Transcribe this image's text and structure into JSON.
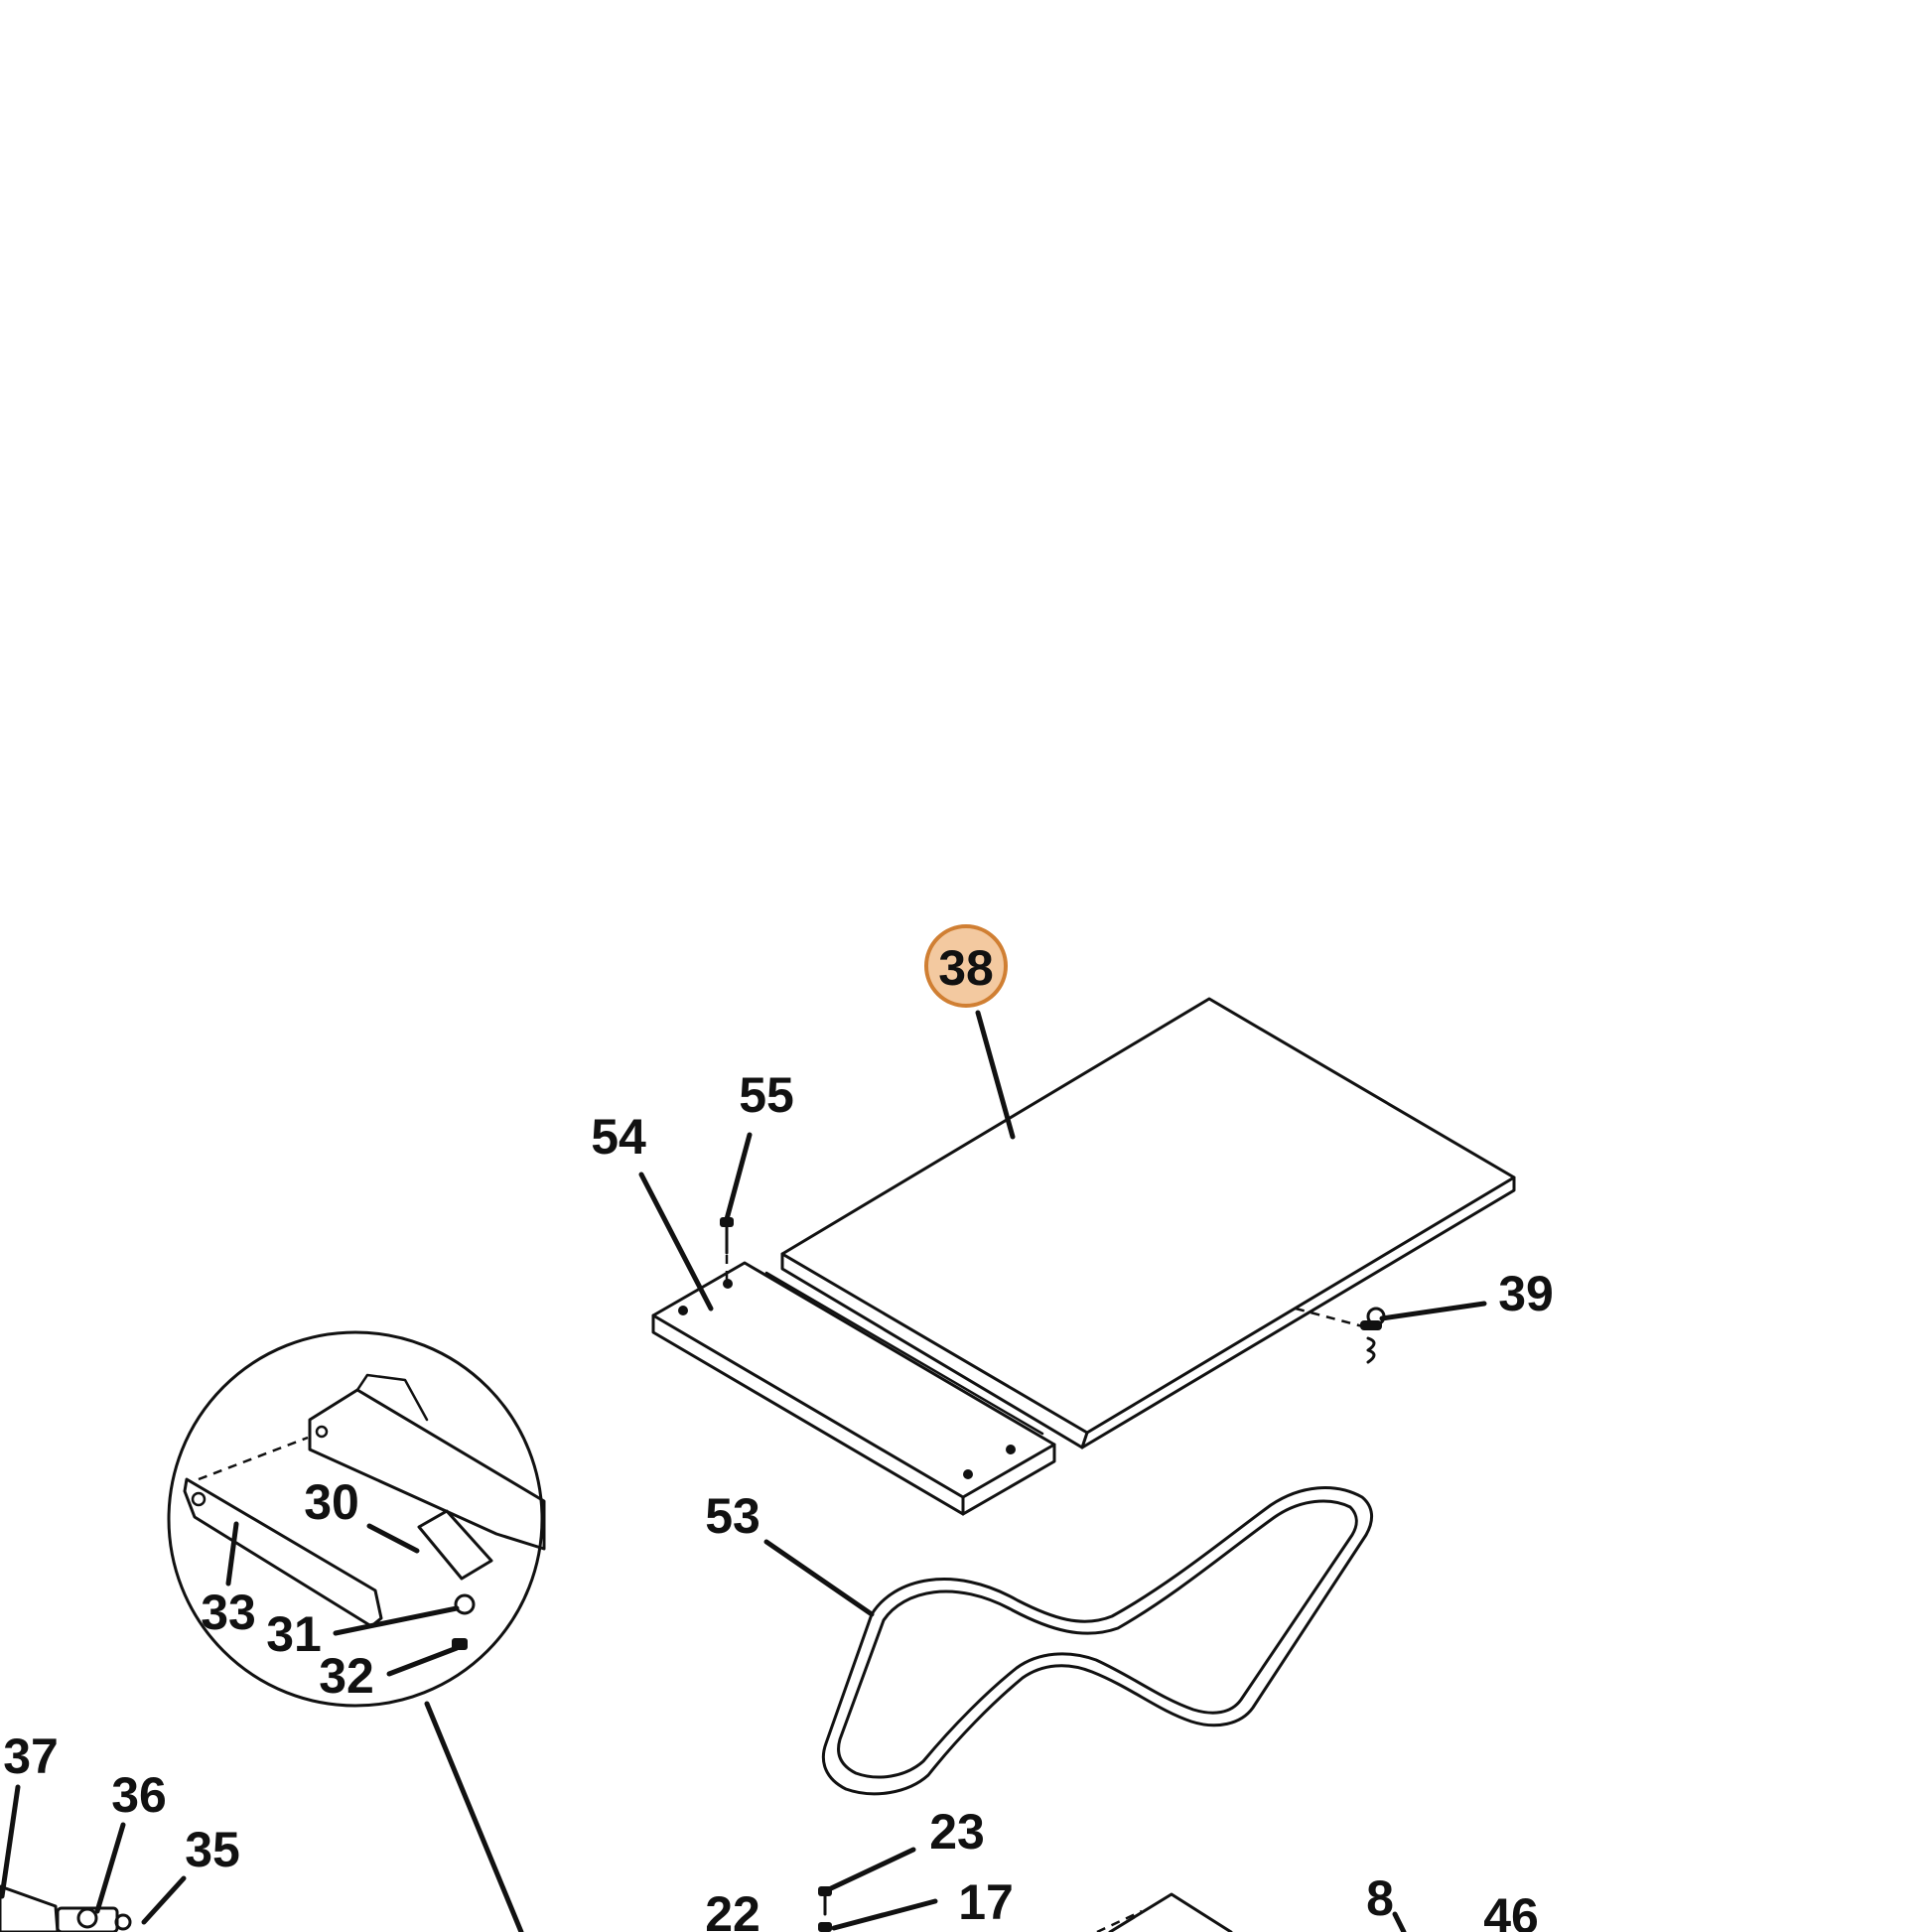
{
  "diagram": {
    "highlight": {
      "label": "38",
      "fill_color": "#f3c9a0",
      "stroke_color": "#d07f33",
      "text_color": "#5a2f0b"
    },
    "callouts": [
      "55",
      "54",
      "39",
      "53",
      "30",
      "33",
      "31",
      "32",
      "37",
      "36",
      "35",
      "23",
      "22",
      "17",
      "8",
      "46"
    ]
  }
}
